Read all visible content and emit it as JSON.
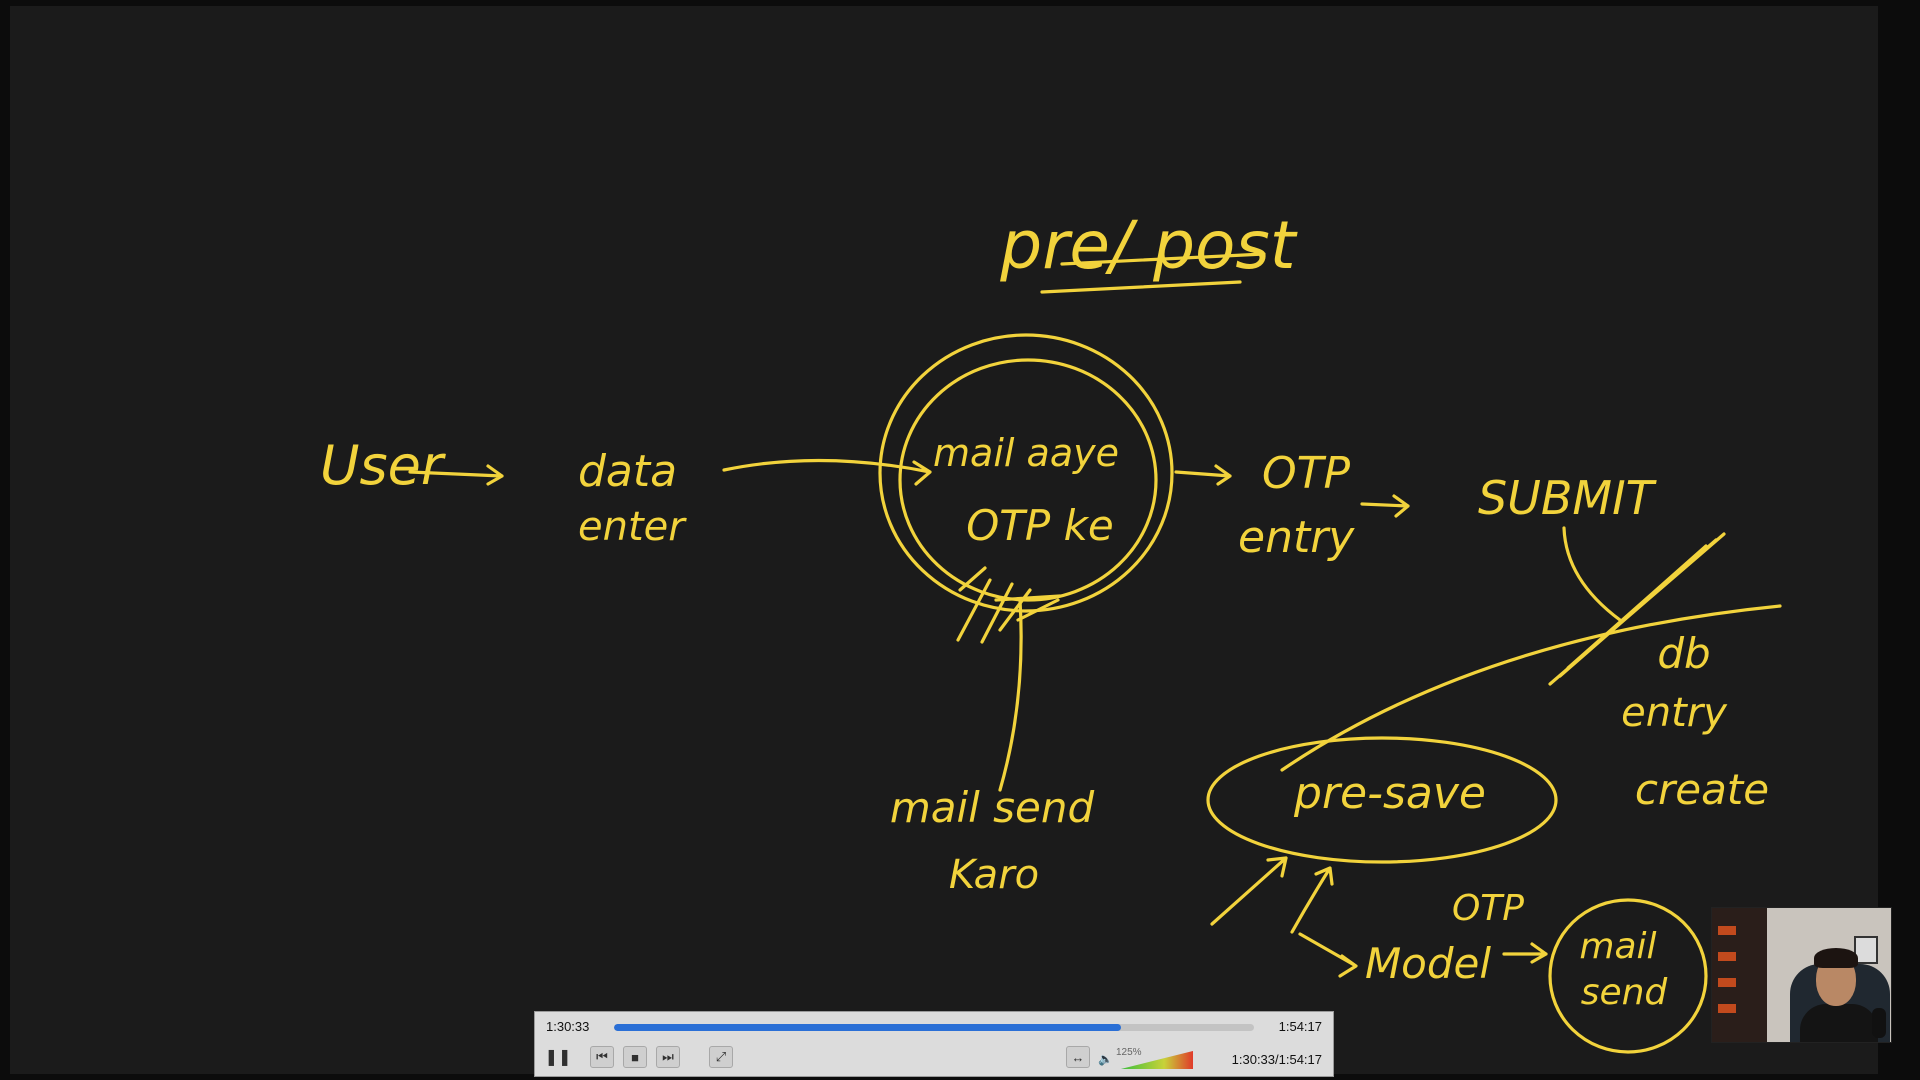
{
  "whiteboard": {
    "title": "pre/ post",
    "notes": {
      "user": "User",
      "data_line1": "data",
      "data_line2": "enter",
      "center_line1": "mail aaye",
      "center_line2": "OTP ke",
      "otp_line1": "OTP",
      "otp_line2": "entry",
      "submit": "SUBMIT",
      "db_line1": "db",
      "db_line2": "entry",
      "db_line3": "create",
      "mail_line1": "mail send",
      "mail_line2": "Karo",
      "pre_save": "pre-save",
      "otp_small": "OTP",
      "model": "Model",
      "mail2_line1": "mail",
      "mail2_line2": "send"
    }
  },
  "player": {
    "current_time": "1:30:33",
    "total_time": "1:54:17",
    "progress": 0.792,
    "volume_label": "125%",
    "volume_level": 1.25,
    "combined_time": "1:30:33/1:54:17",
    "colors": {
      "progress": "#2a6fd6",
      "ink": "#f2d33c"
    },
    "icons": {
      "pause": "pause-icon",
      "prev": "skip-back-icon",
      "stop": "stop-icon",
      "next": "skip-forward-icon",
      "fullscreen": "fullscreen-icon",
      "stretch": "stretch-icon",
      "volume": "speaker-icon"
    }
  }
}
